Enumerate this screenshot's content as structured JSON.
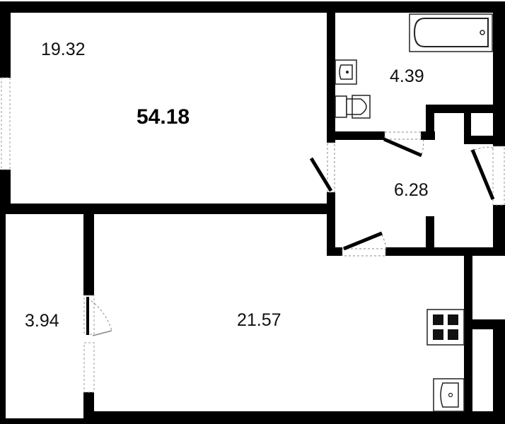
{
  "plan": {
    "total_area": "54.18",
    "rooms": {
      "room": "19.32",
      "bathroom": "4.39",
      "hallway": "6.28",
      "loggia": "3.94",
      "kitchen_living": "21.57"
    }
  },
  "colors": {
    "wall": "#000000",
    "background": "#ffffff",
    "fixture_outline": "#222222",
    "opening_line": "#888888"
  },
  "icons": [
    "bathtub-icon",
    "washbasin-icon",
    "toilet-icon",
    "stove-icon",
    "kitchen-sink-icon"
  ]
}
